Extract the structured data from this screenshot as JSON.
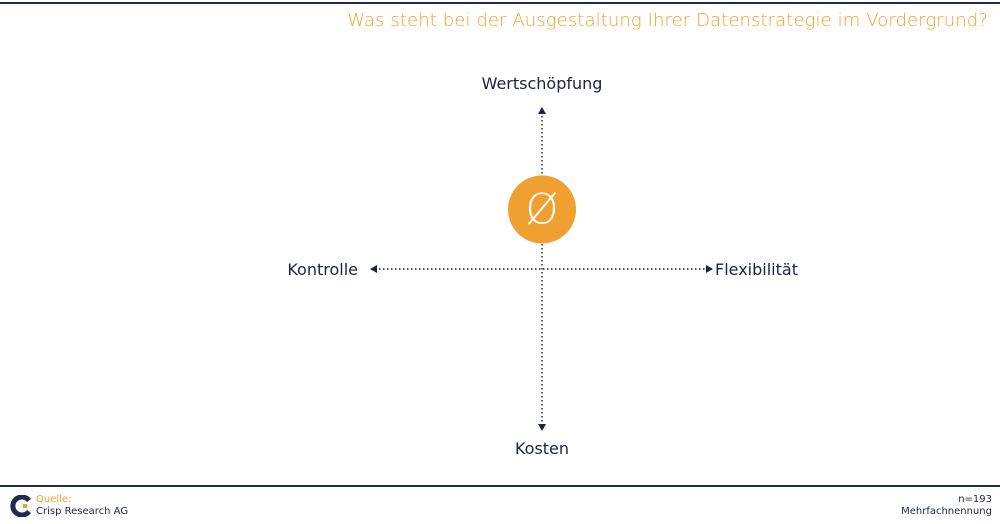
{
  "header": {
    "title": "Was steht bei der Ausgestaltung Ihrer Datenstrategie im Vordergrund?"
  },
  "chart_data": {
    "type": "scatter",
    "axes": {
      "top": "Wertschöpfung",
      "bottom": "Kosten",
      "left": "Kontrolle",
      "right": "Flexibilität"
    },
    "xlim": [
      -1,
      1
    ],
    "ylim": [
      -1,
      1
    ],
    "grid": false,
    "points": [
      {
        "label": "Ø",
        "x": 0.0,
        "y": 0.37
      }
    ]
  },
  "footer": {
    "source_label": "Quelle:",
    "source_name": "Crisp Research AG",
    "sample": "n=193",
    "note": "Mehrfachnennung"
  },
  "colors": {
    "accent": "#f0a030",
    "navy": "#1b2340",
    "rule": "#1f2a4d"
  }
}
